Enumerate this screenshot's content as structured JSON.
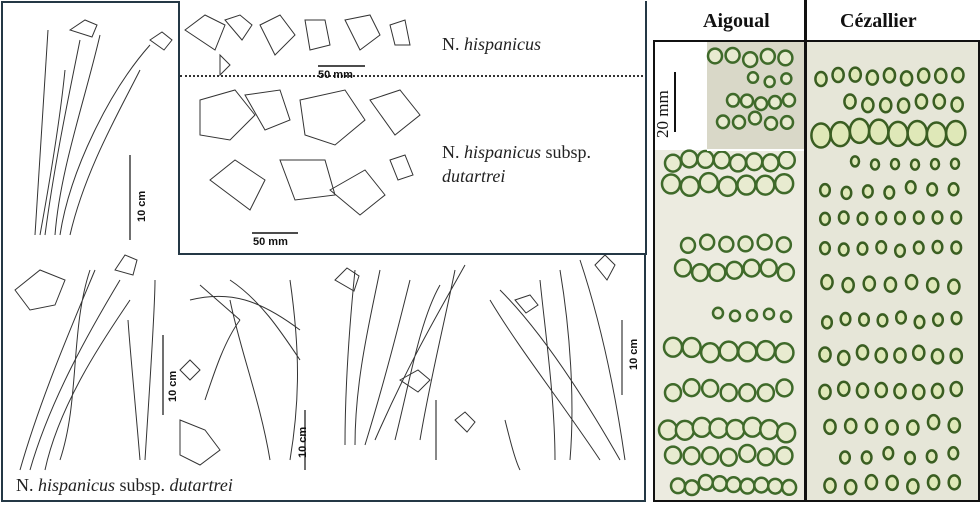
{
  "drawings": {
    "inset_top_label": {
      "genus": "N.",
      "species": "hispanicus"
    },
    "inset_bottom_label": {
      "genus": "N.",
      "species": "hispanicus",
      "rank": "subsp.",
      "subspecies": "dutartrei"
    },
    "bottom_label": {
      "genus": "N.",
      "species": "hispanicus",
      "rank": "subsp.",
      "subspecies": "dutartrei"
    },
    "scale_50mm": "50 mm",
    "scale_10cm": "10 cm"
  },
  "photos": {
    "columns": [
      "Aigoual",
      "Cézallier"
    ],
    "scale_20mm": "20 mm"
  }
}
